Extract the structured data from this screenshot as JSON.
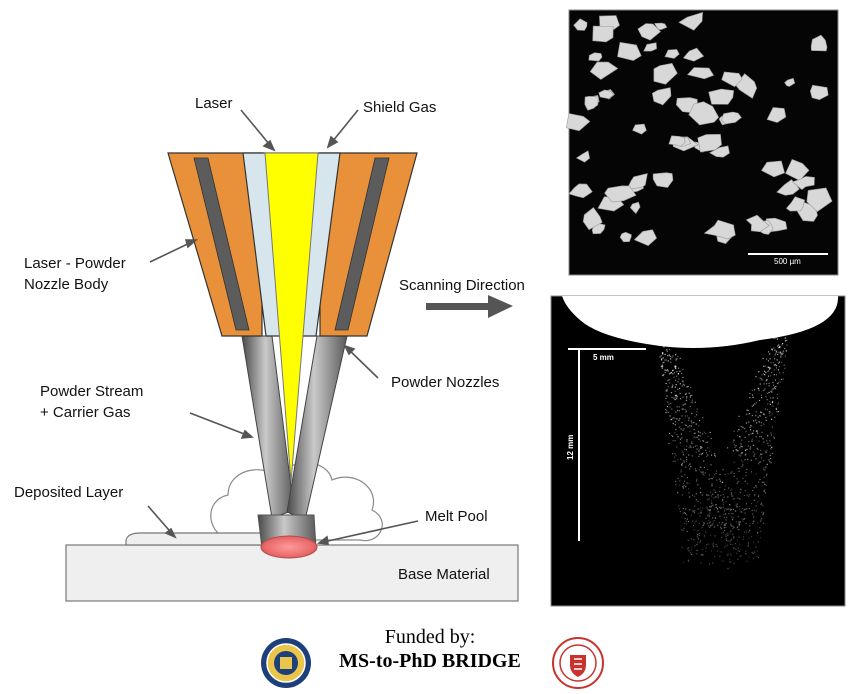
{
  "diagram": {
    "labels": {
      "laser": "Laser",
      "shield_gas": "Shield Gas",
      "nozzle_body_line1": "Laser - Powder",
      "nozzle_body_line2": "Nozzle Body",
      "scanning_direction": "Scanning Direction",
      "powder_nozzles": "Powder Nozzles",
      "powder_stream_line1": "Powder Stream",
      "powder_stream_line2": "+ Carrier Gas",
      "deposited_layer": "Deposited Layer",
      "melt_pool": "Melt Pool",
      "base_material": "Base Material"
    },
    "colors": {
      "nozzle_body": "#E8913A",
      "nozzle_stripe": "#5C5C5C",
      "shield_gas": "#D6E6EC",
      "laser_beam": "#FFFF00",
      "melt_pool": "#F08080",
      "base_material": "#EFEFEF"
    }
  },
  "micrograph": {
    "scale_bar_label": "500 µm"
  },
  "stream_image": {
    "width_label": "5 mm",
    "height_label": "12 mm"
  },
  "footer": {
    "funded_label": "Funded by:",
    "program_name": "MS-to-PhD BRIDGE"
  }
}
